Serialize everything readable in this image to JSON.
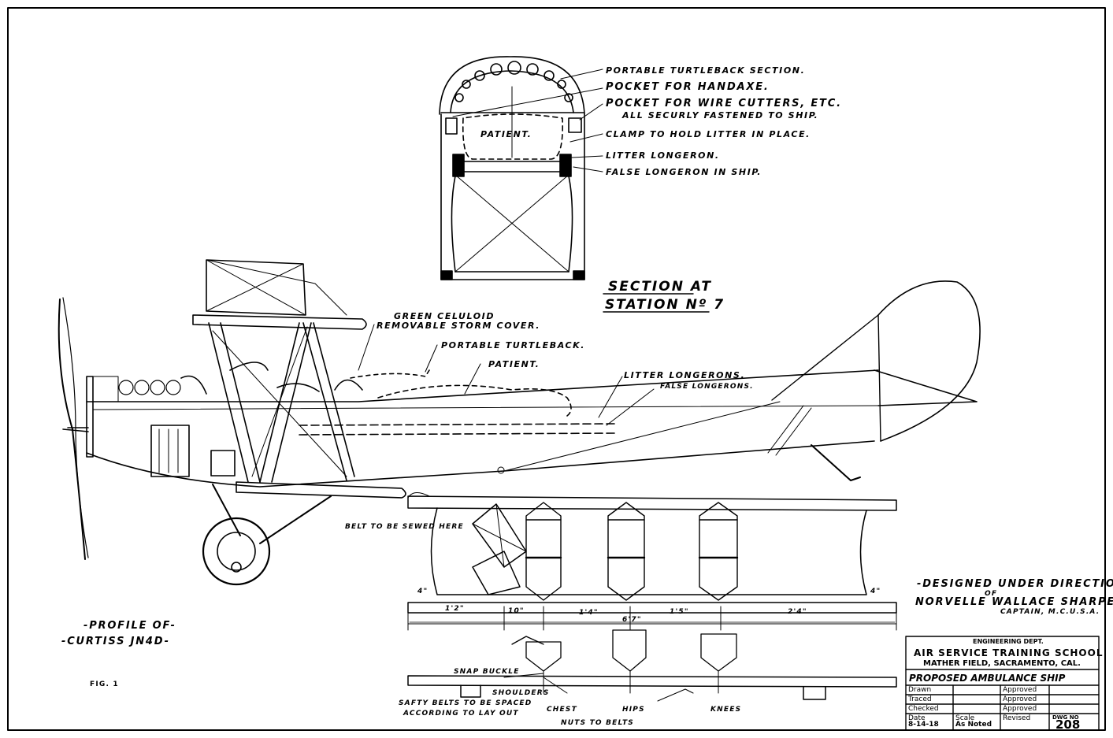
{
  "section": {
    "title_1": "SECTION AT",
    "title_2": "STATION Nº 7",
    "patient": "PATIENT.",
    "callouts": [
      "PORTABLE TURTLEBACK SECTION.",
      "POCKET FOR HANDAXE.",
      "POCKET FOR WIRE CUTTERS, ETC.",
      "ALL SECURLY FASTENED TO SHIP.",
      "CLAMP TO HOLD LITTER IN PLACE.",
      "LITTER LONGERON.",
      "FALSE LONGERON IN SHIP."
    ]
  },
  "profile": {
    "callouts": [
      "GREEN CELULOID",
      "REMOVABLE STORM COVER.",
      "PORTABLE TURTLEBACK.",
      "PATIENT.",
      "LITTER LONGERONS.",
      "FALSE LONGERONS."
    ],
    "caption_1": "-PROFILE OF-",
    "caption_2": "-CURTISS JN4D-"
  },
  "litter": {
    "belt_note": "BELT TO BE SEWED HERE",
    "dim_end": "4\"",
    "dims": [
      "1'2\"",
      "10\"",
      "1'4\"",
      "1'5\"",
      "2'4\""
    ],
    "overall": "6'7\"",
    "snap_buckle": "SNAP BUCKLE",
    "shoulders": "SHOULDERS",
    "chest": "CHEST",
    "hips": "HIPS",
    "knees": "KNEES",
    "safety_1": "SAFTY BELTS TO BE SPACED",
    "safety_2": "ACCORDING TO LAY OUT",
    "nuts": "NUTS TO BELTS"
  },
  "credit": {
    "line_1": "-DESIGNED UNDER DIRECTION-",
    "of": "OF",
    "line_2": "NORVELLE WALLACE SHARPE.",
    "line_3": "CAPTAIN, M.C.U.S.A."
  },
  "fig_label": "FIG. 1",
  "title_block": {
    "dept": "ENGINEERING DEPT.",
    "school": "AIR SERVICE TRAINING SCHOOL",
    "location": "MATHER FIELD, SACRAMENTO, CAL.",
    "title": "PROPOSED AMBULANCE SHIP",
    "drawn": "Drawn",
    "traced": "Traced",
    "checked": "Checked",
    "approved": "Approved",
    "date_label": "Date",
    "date": "8-14-18",
    "scale_label": "Scale",
    "scale": "As Noted",
    "revised": "Revised",
    "dwg_label": "DWG NO",
    "dwg_no": "208"
  }
}
